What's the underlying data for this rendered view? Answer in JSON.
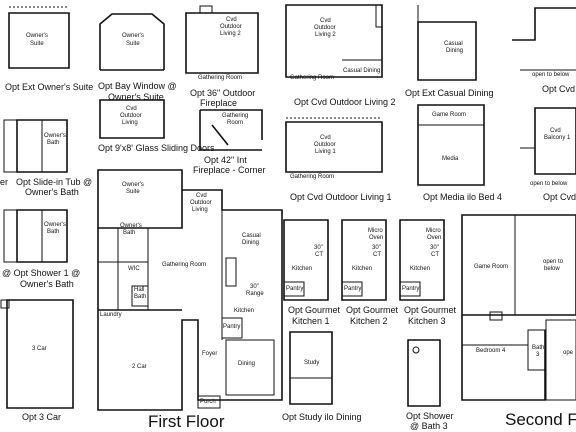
{
  "captions": {
    "opt_ext_owners_suite": "Opt Ext Owner's Suite",
    "opt_bay_window_l1": "Opt Bay Window @",
    "opt_bay_window_l2": "Owner's Suite",
    "opt_36_fireplace_l1": "Opt 36\" Outdoor",
    "opt_36_fireplace_l2": "Fireplace",
    "opt_cvd_outdoor_living_2": "Opt Cvd Outdoor Living 2",
    "opt_ext_casual_dining": "Opt Ext Casual Dining",
    "opt_cvd_b_1": "Opt Cvd B",
    "opt_glass_doors": "Opt 9'x8' Glass Sliding Doors",
    "opt_42_fireplace_l1": "Opt 42\" Int",
    "opt_42_fireplace_l2": "Fireplace - Corner",
    "opt_cvd_outdoor_living_1": "Opt Cvd Outdoor Living 1",
    "opt_media_bed4": "Opt Media ilo Bed 4",
    "opt_cvd_b_2": "Opt Cvd B",
    "opt_slidein_tub_prefix": "er",
    "opt_slidein_tub_l1": "Opt Slide-in Tub @",
    "opt_slidein_tub_l2": "Owner's Bath",
    "opt_shower1_l1": "@  Opt Shower 1 @",
    "opt_shower1_l2": "Owner's Bath",
    "opt_gourmet1_l1": "Opt Gourmet",
    "opt_gourmet1_l2": "Kitchen 1",
    "opt_gourmet2_l1": "Opt Gourmet",
    "opt_gourmet2_l2": "Kitchen 2",
    "opt_gourmet3_l1": "Opt Gourmet",
    "opt_gourmet3_l2": "Kitchen 3",
    "opt_3car": "Opt 3 Car",
    "opt_study": "Opt Study ilo Dining",
    "opt_shower_bath3_l1": "Opt Shower",
    "opt_shower_bath3_l2": "@ Bath 3",
    "first_floor": "First Floor",
    "second_floor": "Second Flo"
  },
  "rooms": {
    "owners_suite": "Owner's",
    "owners_suite2": "Suite",
    "cvd": "Cvd",
    "outdoor": "Outdoor",
    "living": "Living",
    "living2": "Living 2",
    "living1": "Living 1",
    "gathering_room": "Gathering Room",
    "gathering": "Gathering",
    "room": "Room",
    "casual_dining": "Casual Dining",
    "casual": "Casual",
    "dining": "Dining",
    "open_to_below": "open to below",
    "open_to": "open to",
    "below": "below",
    "game_room": "Game Room",
    "media": "Media",
    "balcony1": "Balcony 1",
    "owners_bath_1": "Owner's",
    "owners_bath_2": "Bath",
    "wic": "WIC",
    "hall": "Hall",
    "bath": "Bath",
    "laundry": "Laundry",
    "range": "30\"",
    "range2": "Range",
    "kitchen": "Kitchen",
    "pantry": "Pantry",
    "foyer": "Foyer",
    "porch": "Porch",
    "car2": "2 Car",
    "car3": "3 Car",
    "study": "Study",
    "ct": "30\"",
    "ct2": "CT",
    "micro": "Micro",
    "oven": "Oven",
    "bedroom4": "Bedroom 4",
    "bath3_1": "Bath",
    "bath3_2": "3",
    "ope": "ope"
  }
}
